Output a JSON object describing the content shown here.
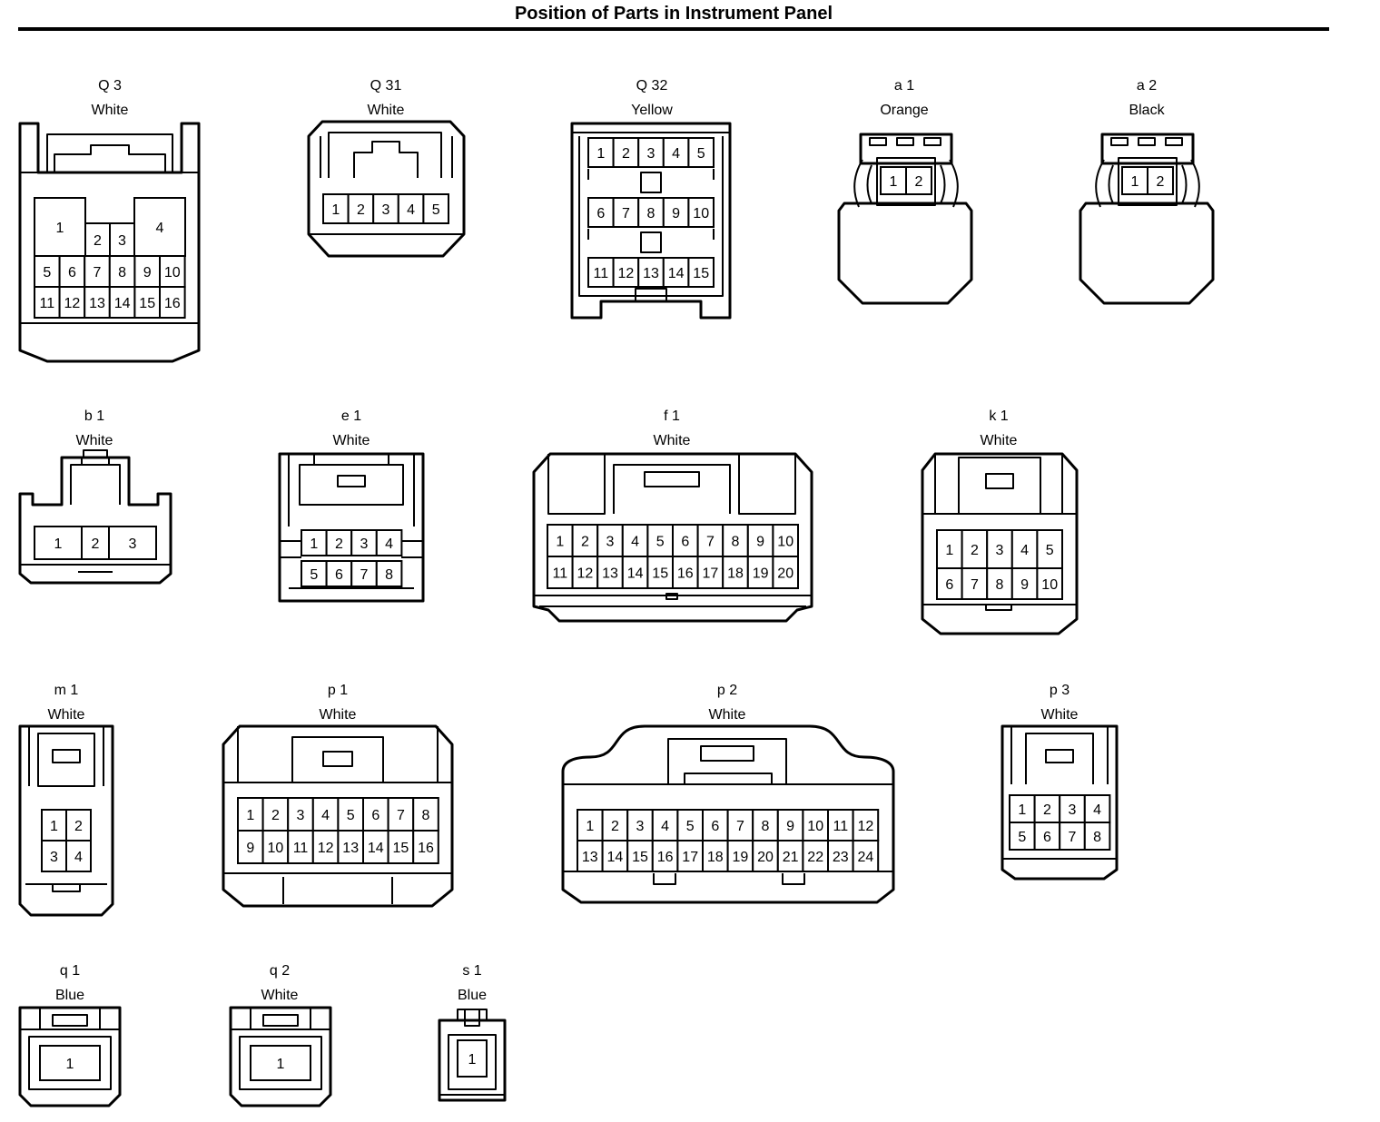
{
  "title": "Position of Parts in Instrument Panel",
  "connectors": [
    {
      "code": "Q 3",
      "color": "White"
    },
    {
      "code": "Q 31",
      "color": "White"
    },
    {
      "code": "Q 32",
      "color": "Yellow"
    },
    {
      "code": "a 1",
      "color": "Orange"
    },
    {
      "code": "a 2",
      "color": "Black"
    },
    {
      "code": "b 1",
      "color": "White"
    },
    {
      "code": "e 1",
      "color": "White"
    },
    {
      "code": "f 1",
      "color": "White"
    },
    {
      "code": "k 1",
      "color": "White"
    },
    {
      "code": "m 1",
      "color": "White"
    },
    {
      "code": "p 1",
      "color": "White"
    },
    {
      "code": "p 2",
      "color": "White"
    },
    {
      "code": "p 3",
      "color": "White"
    },
    {
      "code": "q 1",
      "color": "Blue"
    },
    {
      "code": "q 2",
      "color": "White"
    },
    {
      "code": "s 1",
      "color": "Blue"
    }
  ],
  "pins": {
    "Q 3": [
      "1",
      "2",
      "3",
      "4",
      "5",
      "6",
      "7",
      "8",
      "9",
      "10",
      "11",
      "12",
      "13",
      "14",
      "15",
      "16"
    ],
    "Q 31": [
      "1",
      "2",
      "3",
      "4",
      "5"
    ],
    "Q 32": [
      "1",
      "2",
      "3",
      "4",
      "5",
      "6",
      "7",
      "8",
      "9",
      "10",
      "11",
      "12",
      "13",
      "14",
      "15"
    ],
    "a 1": [
      "1",
      "2"
    ],
    "a 2": [
      "1",
      "2"
    ],
    "b 1": [
      "1",
      "2",
      "3"
    ],
    "e 1": [
      "1",
      "2",
      "3",
      "4",
      "5",
      "6",
      "7",
      "8"
    ],
    "f 1": [
      "1",
      "2",
      "3",
      "4",
      "5",
      "6",
      "7",
      "8",
      "9",
      "10",
      "11",
      "12",
      "13",
      "14",
      "15",
      "16",
      "17",
      "18",
      "19",
      "20"
    ],
    "k 1": [
      "1",
      "2",
      "3",
      "4",
      "5",
      "6",
      "7",
      "8",
      "9",
      "10"
    ],
    "m 1": [
      "1",
      "2",
      "3",
      "4"
    ],
    "p 1": [
      "1",
      "2",
      "3",
      "4",
      "5",
      "6",
      "7",
      "8",
      "9",
      "10",
      "11",
      "12",
      "13",
      "14",
      "15",
      "16"
    ],
    "p 2": [
      "1",
      "2",
      "3",
      "4",
      "5",
      "6",
      "7",
      "8",
      "9",
      "10",
      "11",
      "12",
      "13",
      "14",
      "15",
      "16",
      "17",
      "18",
      "19",
      "20",
      "21",
      "22",
      "23",
      "24"
    ],
    "p 3": [
      "1",
      "2",
      "3",
      "4",
      "5",
      "6",
      "7",
      "8"
    ],
    "q 1": [
      "1"
    ],
    "q 2": [
      "1"
    ],
    "s 1": [
      "1"
    ]
  }
}
